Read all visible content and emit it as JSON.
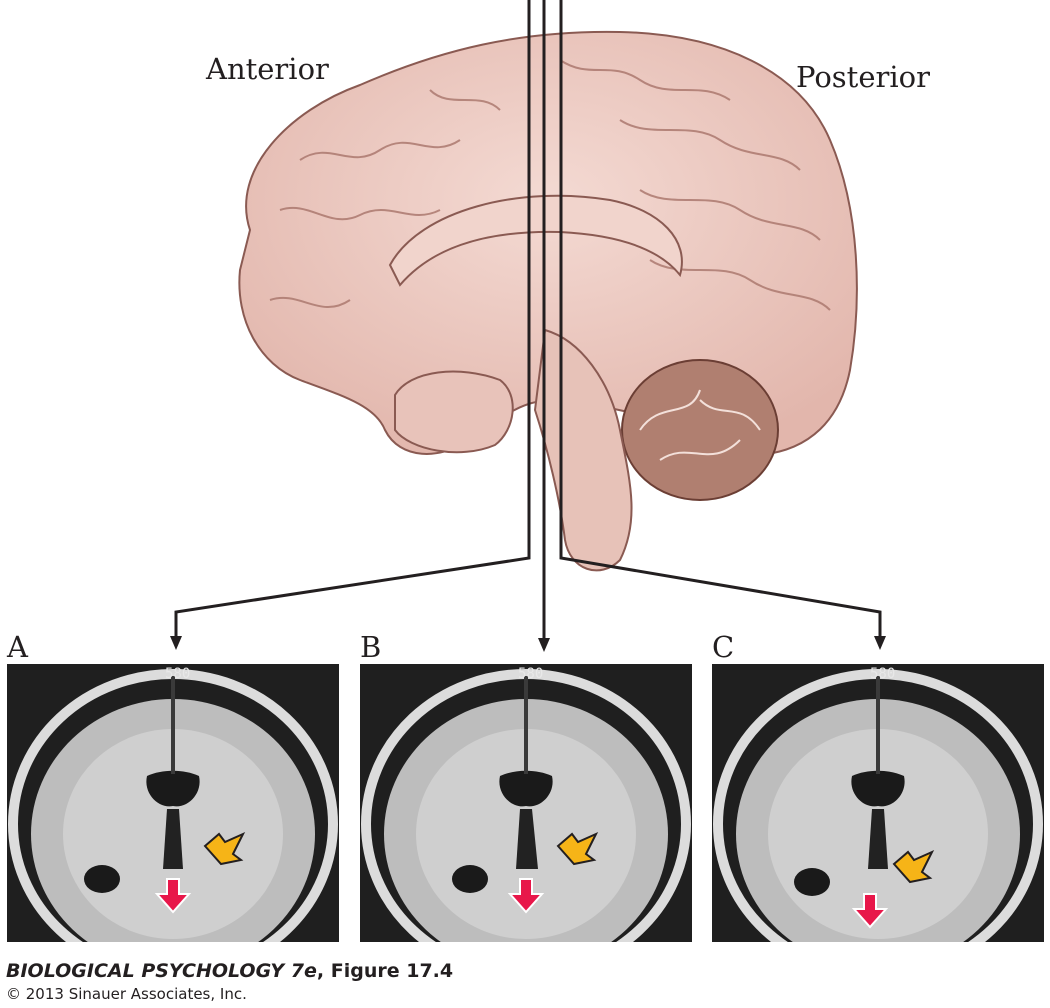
{
  "labels": {
    "anterior": "Anterior",
    "posterior": "Posterior"
  },
  "panels": [
    {
      "letter": "A",
      "scan_code": "580"
    },
    {
      "letter": "B",
      "scan_code": "580"
    },
    {
      "letter": "C",
      "scan_code": "580"
    }
  ],
  "caption": {
    "series": "BIOLOGICAL PSYCHOLOGY 7e",
    "separator": ", ",
    "figure": "Figure 17.4",
    "copyright": "© 2013 Sinauer Associates, Inc."
  },
  "colors": {
    "brain_fill": "#ecc8c0",
    "brain_stroke": "#8a5a52",
    "cerebellum": "#b07f70",
    "red_arrow": "#e8174a",
    "yellow_arrow": "#f6b417",
    "line": "#231f20"
  }
}
